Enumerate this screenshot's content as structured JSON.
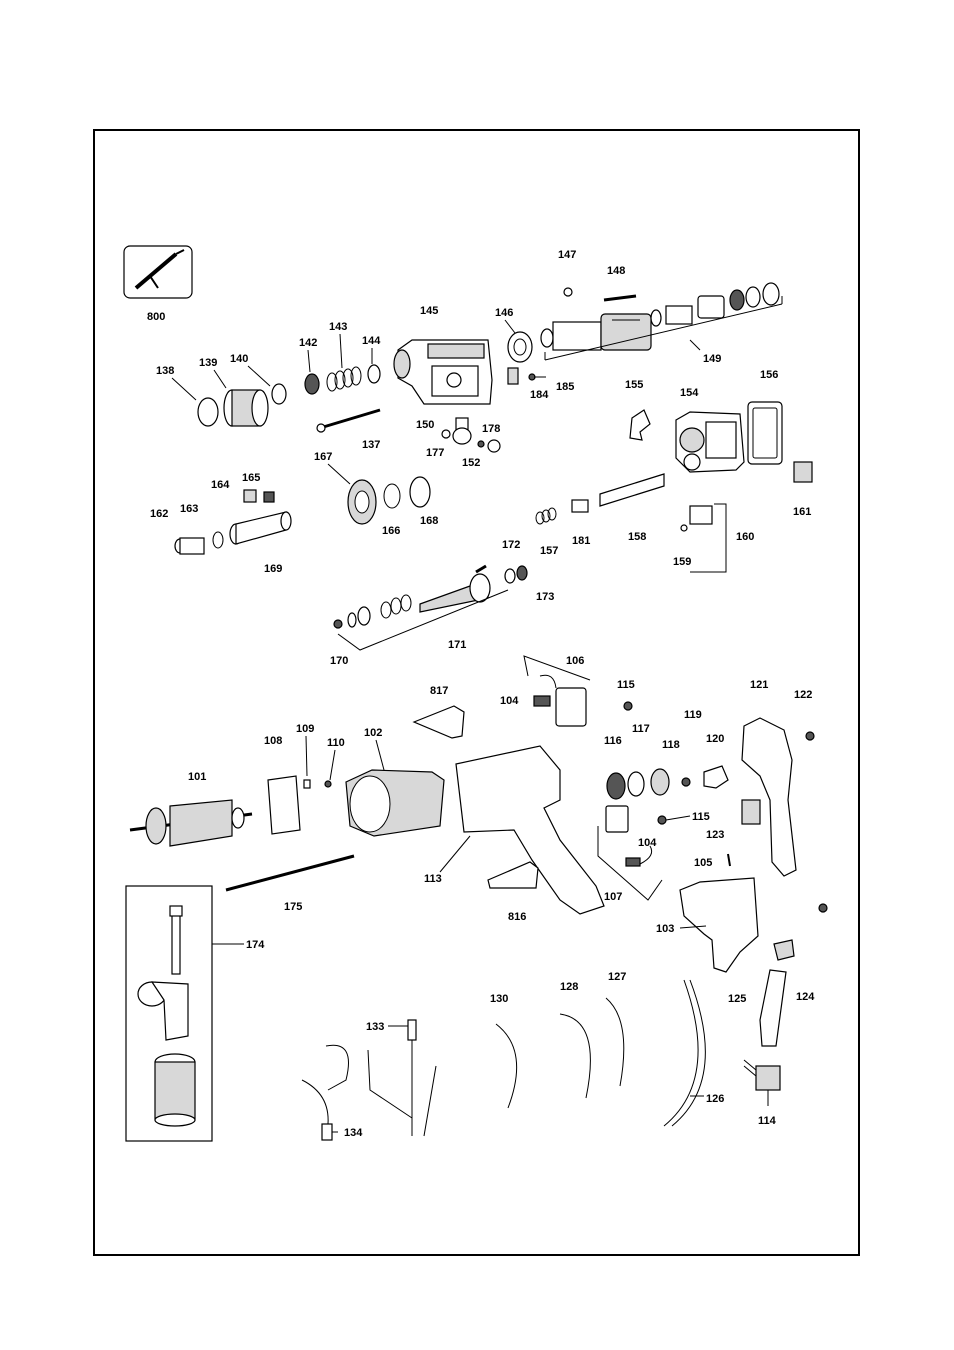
{
  "labels": {
    "p800": "800",
    "p147": "147",
    "p148": "148",
    "p149": "149",
    "p145": "145",
    "p146": "146",
    "p143": "143",
    "p144": "144",
    "p142": "142",
    "p138": "138",
    "p139": "139",
    "p140": "140",
    "p137": "137",
    "p150": "150",
    "p177": "177",
    "p152": "152",
    "p178": "178",
    "p184": "184",
    "p185": "185",
    "p155": "155",
    "p154": "154",
    "p156": "156",
    "p161": "161",
    "p167": "167",
    "p166": "166",
    "p168": "168",
    "p164": "164",
    "p165": "165",
    "p162": "162",
    "p163": "163",
    "p169": "169",
    "p157": "157",
    "p181": "181",
    "p158": "158",
    "p159": "159",
    "p160": "160",
    "p172": "172",
    "p173": "173",
    "p170": "170",
    "p171": "171",
    "p106": "106",
    "p104a": "104",
    "p817": "817",
    "p115a": "115",
    "p121": "121",
    "p122": "122",
    "p119": "119",
    "p117": "117",
    "p116": "116",
    "p118": "118",
    "p120": "120",
    "p108": "108",
    "p109": "109",
    "p110": "110",
    "p102": "102",
    "p101": "101",
    "p115b": "115",
    "p104b": "104",
    "p123": "123",
    "p105": "105",
    "p113": "113",
    "p175": "175",
    "p816": "816",
    "p107": "107",
    "p103": "103",
    "p174": "174",
    "p124": "124",
    "p125": "125",
    "p127": "127",
    "p128": "128",
    "p130": "130",
    "p133": "133",
    "p134": "134",
    "p126": "126",
    "p114": "114"
  }
}
